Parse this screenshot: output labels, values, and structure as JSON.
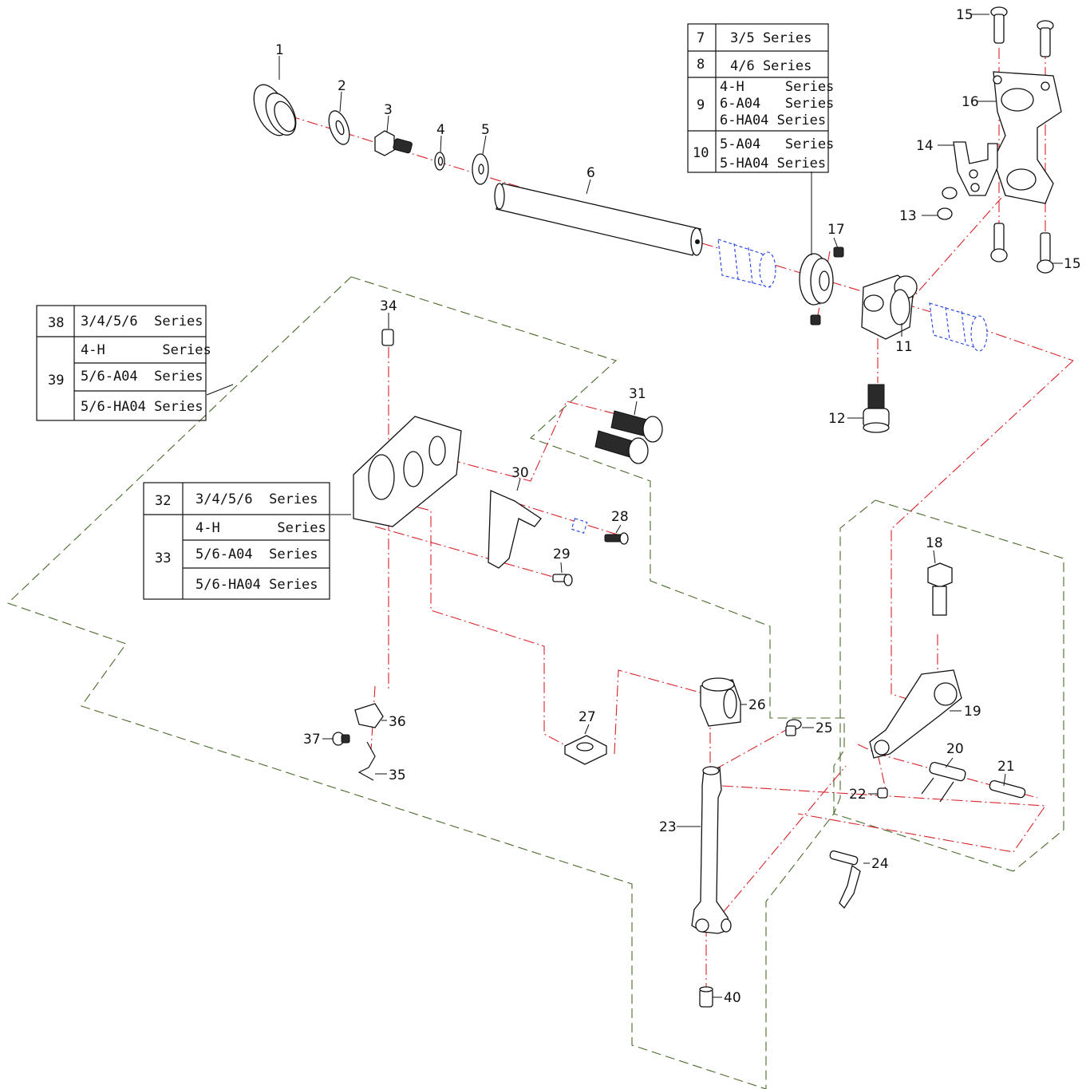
{
  "callouts": [
    "1",
    "2",
    "3",
    "4",
    "5",
    "6",
    "11",
    "12",
    "13",
    "14",
    "15",
    "15",
    "16",
    "17",
    "18",
    "19",
    "20",
    "21",
    "22",
    "23",
    "24",
    "25",
    "26",
    "27",
    "28",
    "29",
    "30",
    "31",
    "34",
    "35",
    "36",
    "37",
    "40"
  ],
  "table_right": {
    "rows": [
      {
        "num": "7",
        "lines": [
          "3/5 Series"
        ]
      },
      {
        "num": "8",
        "lines": [
          "4/6 Series"
        ]
      },
      {
        "num": "9",
        "lines": [
          "4-H     Series",
          "6-A04   Series",
          "6-HA04 Series"
        ]
      },
      {
        "num": "10",
        "lines": [
          "5-A04   Series",
          "5-HA04 Series"
        ]
      }
    ]
  },
  "table_left": {
    "rows": [
      {
        "num": "38",
        "lines": [
          "3/4/5/6  Series"
        ]
      },
      {
        "num": "39",
        "lines": [
          "4-H       Series",
          "5/6-A04  Series",
          "5/6-HA04 Series"
        ]
      }
    ]
  },
  "table_mid": {
    "rows": [
      {
        "num": "32",
        "lines": [
          "3/4/5/6  Series"
        ]
      },
      {
        "num": "33",
        "lines": [
          "4-H       Series",
          "5/6-A04  Series",
          "5/6-HA04 Series"
        ]
      }
    ]
  }
}
